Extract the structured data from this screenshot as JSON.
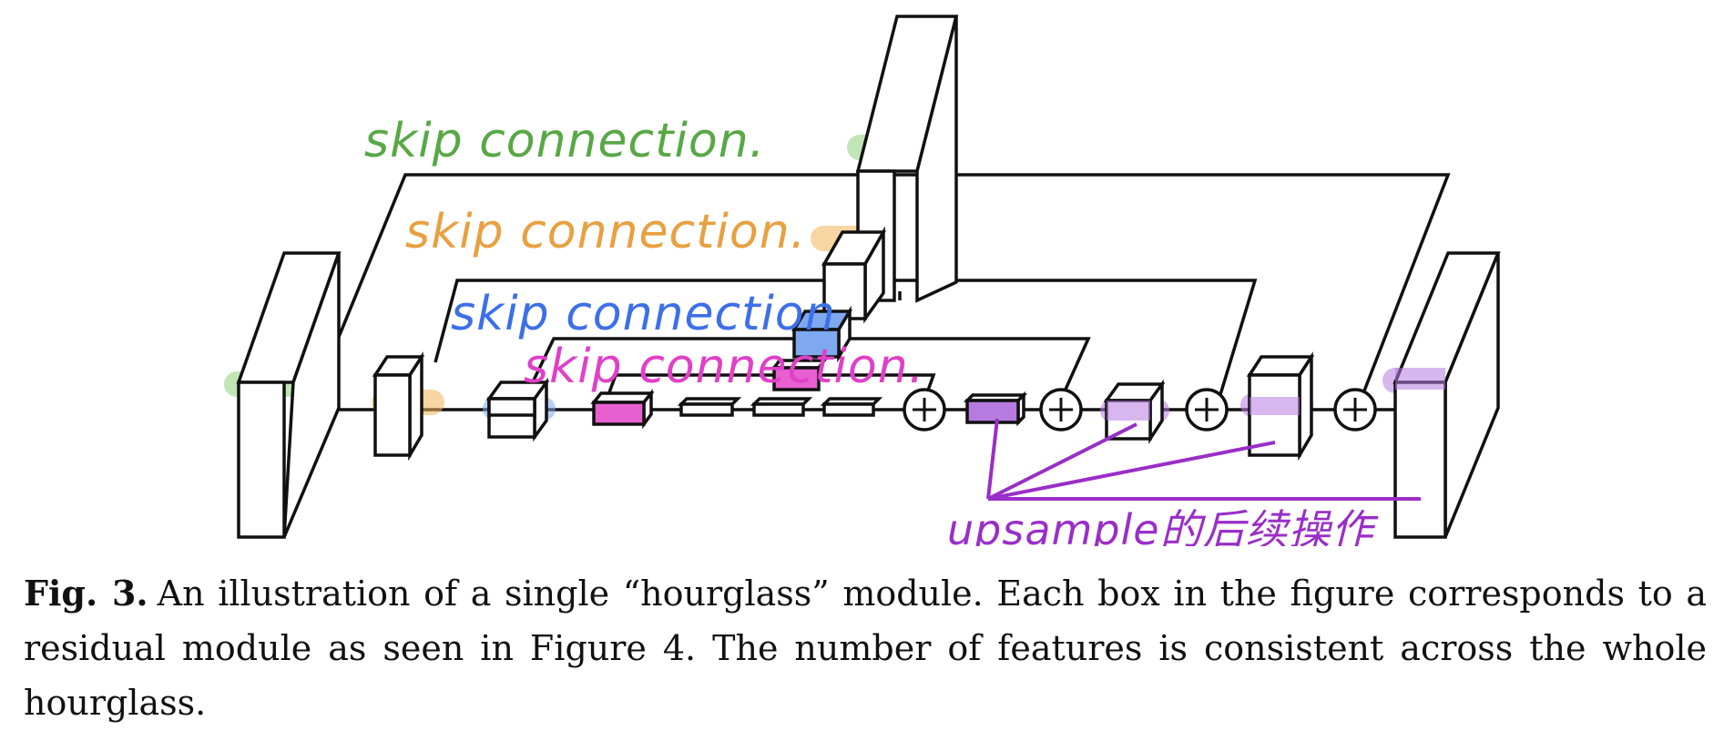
{
  "annotations": {
    "skip_labels": [
      {
        "text": "skip connection.",
        "color": "#58a846"
      },
      {
        "text": "skip connection.",
        "color": "#e8a040"
      },
      {
        "text": "skip connection",
        "color": "#3d6fe8"
      },
      {
        "text": "skip connection.",
        "color": "#e040c8"
      }
    ],
    "upsample_label": "upsample的后续操作",
    "upsample_color": "#9a2ec8"
  },
  "caption": {
    "label": "Fig. 3.",
    "text": "An illustration of a single “hourglass” module. Each box in the figure corresponds to a residual module as seen in Figure 4. The number of features is consistent across the whole hourglass."
  },
  "colors": {
    "green": "#8fcf7a",
    "orange": "#f2b45a",
    "blue": "#7ea8f0",
    "pink": "#e860d0",
    "purple": "#b67be0",
    "line": "#111111"
  },
  "icons": [
    "plus-circle-icon"
  ]
}
